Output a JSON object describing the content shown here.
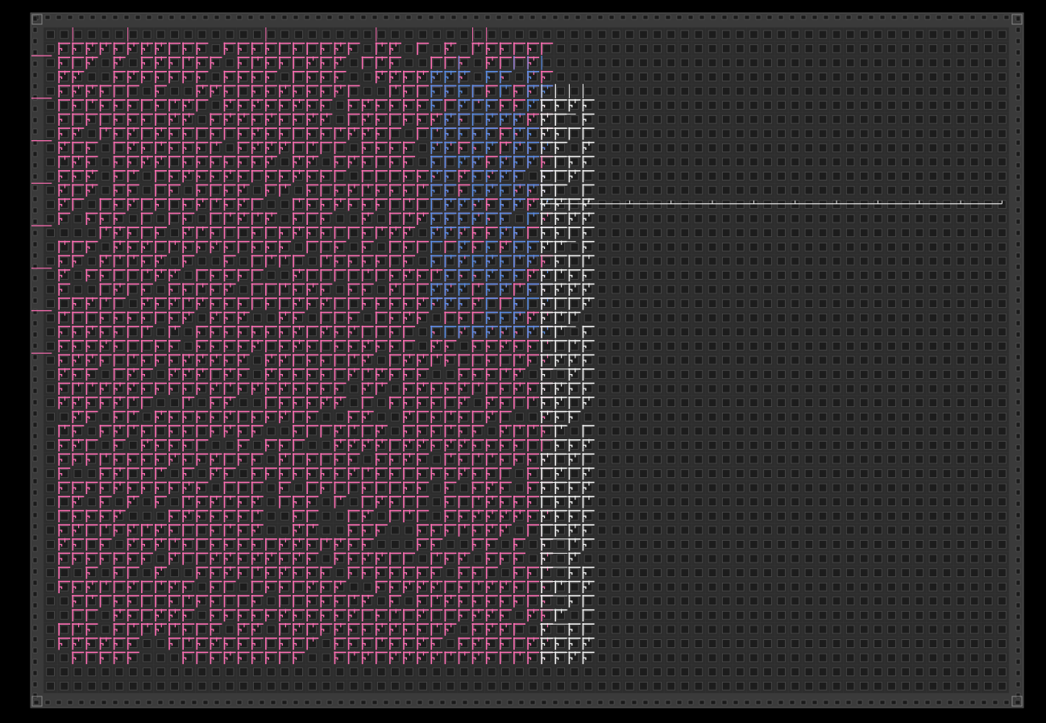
{
  "view": {
    "type": "fpga-device-routing-view",
    "background_color": "#000000",
    "fabric_color": "#2d2d2d",
    "tile_border_color": "#4a4a4a",
    "tile_fill_color": "#1c1c1c",
    "pin_color": "#cfcfcf",
    "io_ring_color": "#3a3a3a"
  },
  "grid": {
    "columns": 70,
    "rows": 47
  },
  "nets": [
    {
      "name": "pink-net-cluster",
      "color": "#ff6eb4",
      "region": {
        "col_start": 1,
        "col_end": 36,
        "row_start": 1,
        "row_end": 44
      },
      "density": 0.85
    },
    {
      "name": "blue-net-cluster",
      "color": "#5b8ee6",
      "region": {
        "col_start": 28,
        "col_end": 36,
        "row_start": 3,
        "row_end": 21
      },
      "density": 0.75
    },
    {
      "name": "white-net-cluster",
      "color": "#f2f2f2",
      "region": {
        "col_start": 36,
        "col_end": 39,
        "row_start": 5,
        "row_end": 44
      },
      "density": 0.9
    }
  ],
  "white_bus": {
    "color": "#f2f2f2",
    "row": 12,
    "col_start": 36,
    "col_end": 69
  }
}
